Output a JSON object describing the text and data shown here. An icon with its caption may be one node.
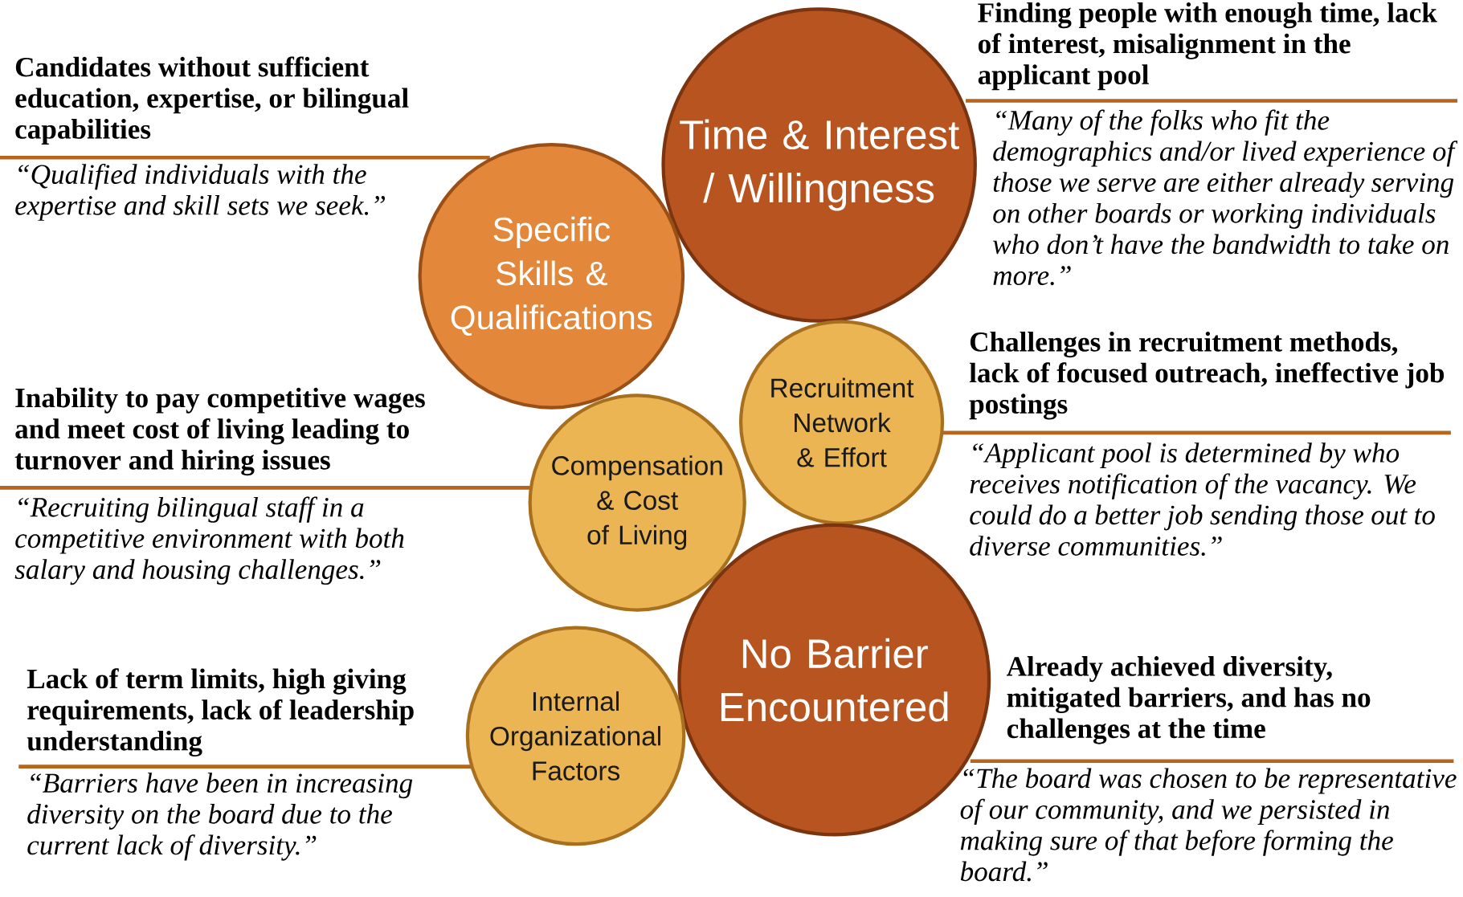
{
  "diagram": {
    "nodes": [
      {
        "text": [
          "Time & Interest / Willingness"
        ]
      },
      {
        "text": [
          "Specific Skills & Qualifications"
        ]
      },
      {
        "text": [
          "Recruitment Network & Effort"
        ]
      },
      {
        "text": [
          "Compensation & Cost of Living"
        ]
      },
      {
        "text": [
          "No Barrier Encountered"
        ]
      },
      {
        "text": [
          "Internal Organizational Factors"
        ]
      }
    ],
    "labels": [
      "Finding people with enough time, lack of interest, misalignment in the applicant pool",
      "Candidates without sufficient education, expertise, or bilingual capabilities",
      "“Many of the folks who fit the demographics and/or lived experience of those we serve are either already serving on other boards or working individuals who don’t have the bandwidth to take on more.”",
      "“Qualified individuals with the expertise and skill sets we seek.”",
      "Challenges in recruitment methods, lack of focused outreach, ineffective job postings",
      "Inability to pay competitive wages and meet cost of living leading to turnover and hiring issues",
      "“Applicant pool is determined by who receives notification of the vacancy. We could do a better job sending those out to diverse communities.”",
      "“Recruiting bilingual staff in a competitive environment with both salary and housing challenges.”",
      "Already achieved diversity, mitigated barriers, and has no challenges at the time",
      "Lack of term limits, high giving requirements, lack of leadership understanding",
      "“The board was chosen to be representative of our community, and we persisted in making sure of that before forming the board.”",
      "“Barriers have been in increasing diversity on the board due to the current lack of diversity.”"
    ]
  }
}
